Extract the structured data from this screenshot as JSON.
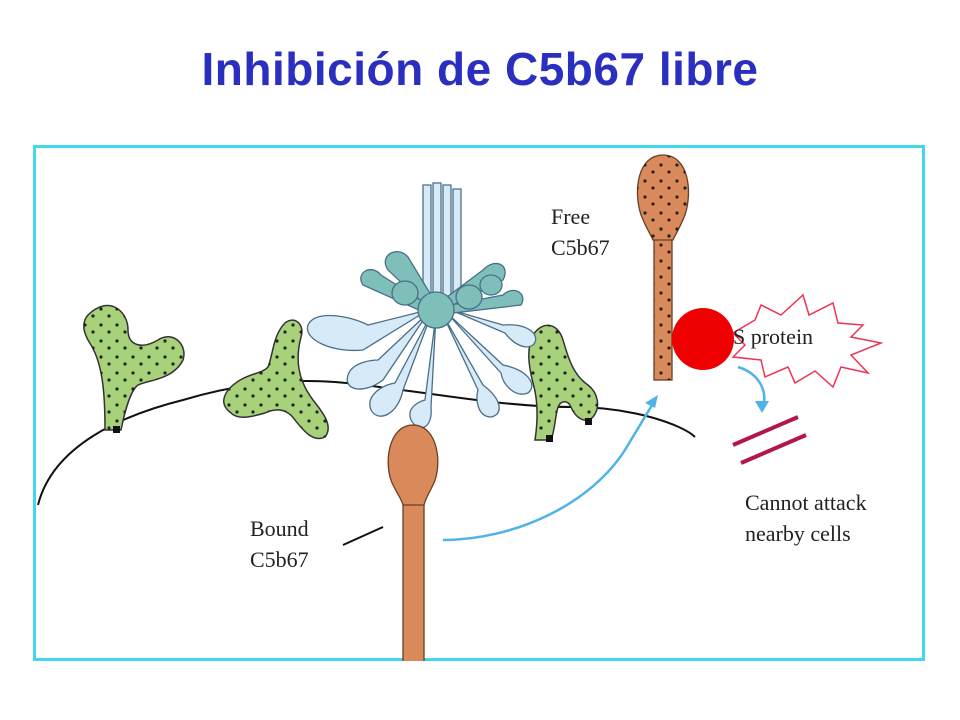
{
  "title": "Inhibición de C5b67 libre",
  "labels": {
    "free_line1": "Free",
    "free_line2": "C5b67",
    "bound_line1": "Bound",
    "bound_line2": "C5b67",
    "s_protein": "S protein",
    "result_line1": "Cannot attack",
    "result_line2": "nearby cells"
  },
  "colors": {
    "title": "#2a2fbf",
    "frame_border": "#3fd8ec",
    "membrane_protein_fill": "#a8d27a",
    "complex_teal": "#7fbfba",
    "complex_light_blue": "#d6eaf8",
    "c5b67_fill": "#d9895a",
    "s_protein_dot": "#ee0000",
    "arrow": "#4fb3e8",
    "block_mark": "#b3164d",
    "burst_stroke": "#ee3355"
  }
}
